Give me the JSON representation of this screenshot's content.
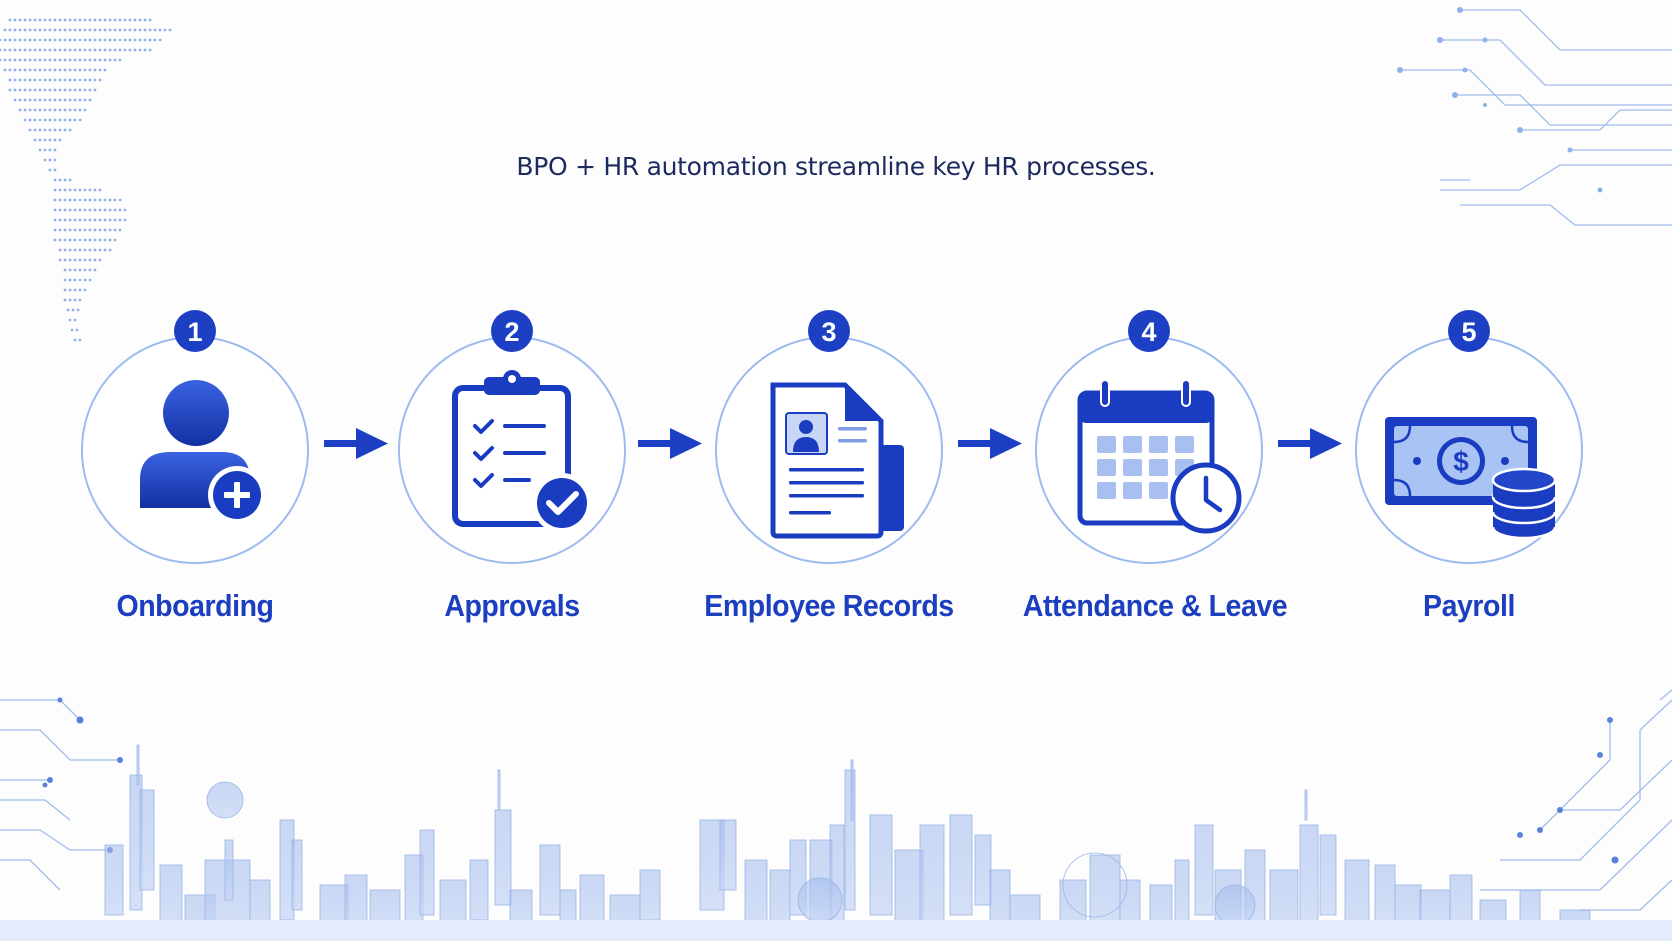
{
  "headline": "BPO + HR automation streamline key HR processes.",
  "colors": {
    "primary": "#1d3fc4",
    "primary_dark": "#1230a3",
    "light_blue": "#8fb0ea",
    "pale_blue": "#dbe6fb",
    "text_dark": "#1d2a5e"
  },
  "steps": [
    {
      "number": "1",
      "label": "Onboarding",
      "icon": "user-add-icon"
    },
    {
      "number": "2",
      "label": "Approvals",
      "icon": "clipboard-check-icon"
    },
    {
      "number": "3",
      "label": "Employee Records",
      "icon": "document-profile-icon"
    },
    {
      "number": "4",
      "label": "Attendance & Leave",
      "icon": "calendar-clock-icon"
    },
    {
      "number": "5",
      "label": "Payroll",
      "icon": "money-coins-icon"
    }
  ],
  "decorations": [
    "world-map-dots",
    "circuit-lines",
    "city-skyline"
  ]
}
